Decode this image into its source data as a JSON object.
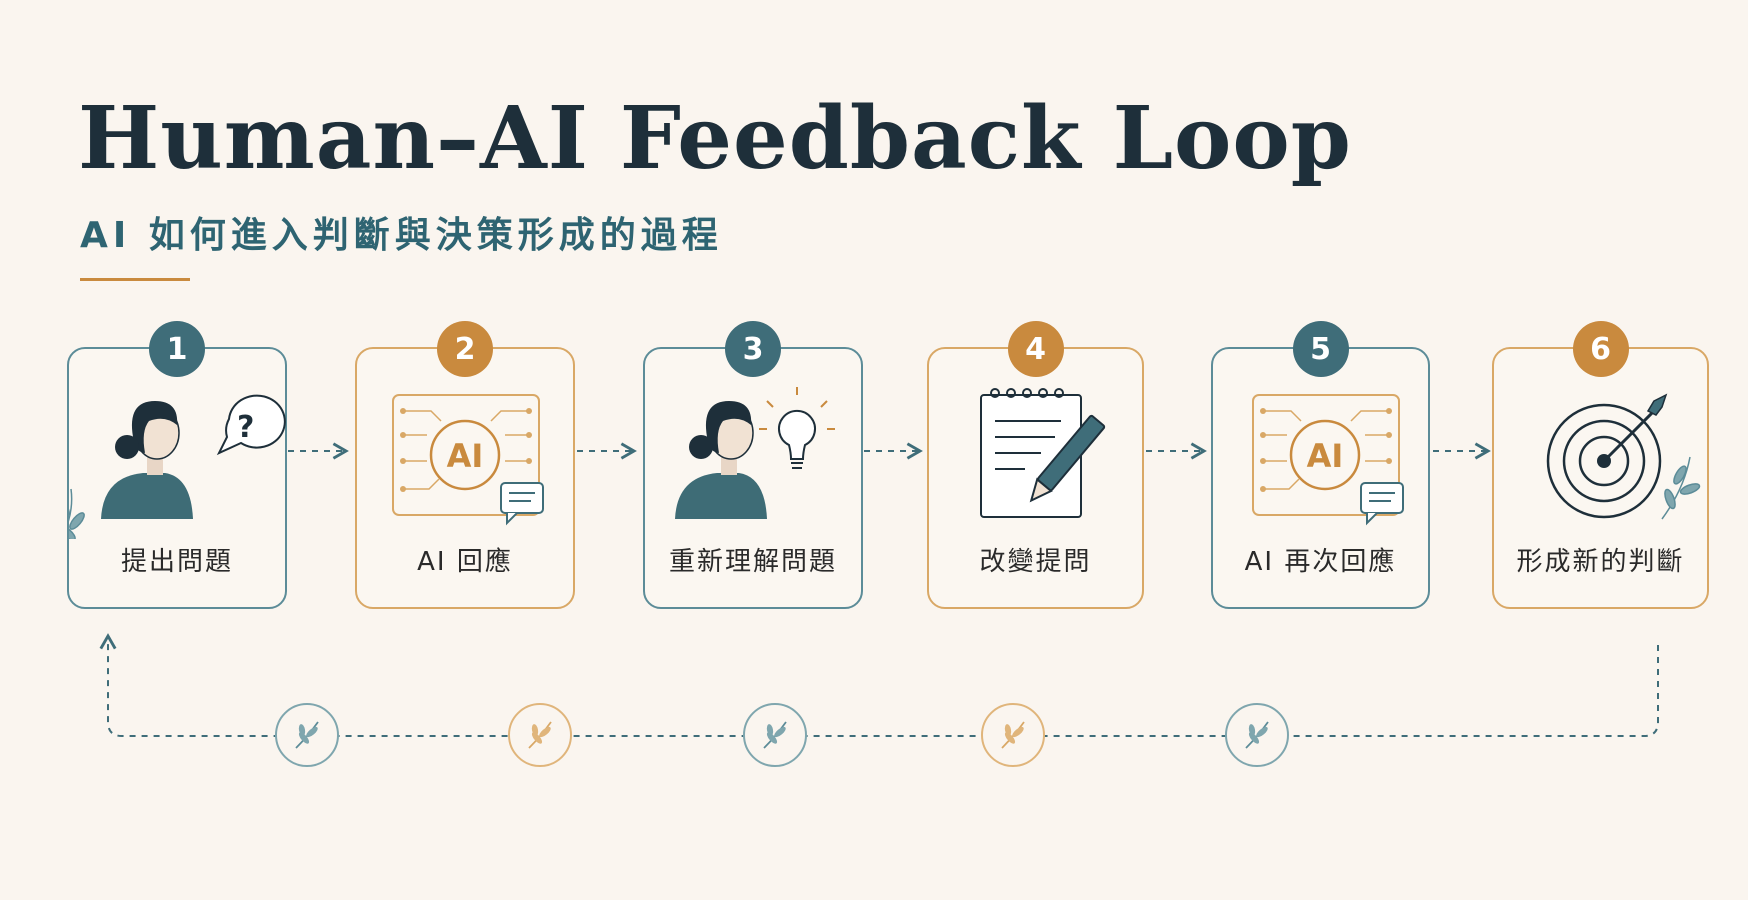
{
  "header": {
    "title": "Human–AI Feedback Loop",
    "subtitle": "AI 如何進入判斷與決策形成的過程"
  },
  "colors": {
    "teal": "#3f6d79",
    "gold": "#c98a3e",
    "ink": "#1e2f3a",
    "background": "#faf5ef"
  },
  "steps": [
    {
      "number": "1",
      "label": "提出問題",
      "theme": "teal",
      "icon": "person-question-icon"
    },
    {
      "number": "2",
      "label": "AI 回應",
      "theme": "gold",
      "icon": "ai-chip-icon",
      "chip_text": "AI"
    },
    {
      "number": "3",
      "label": "重新理解問題",
      "theme": "teal",
      "icon": "person-lightbulb-icon"
    },
    {
      "number": "4",
      "label": "改變提問",
      "theme": "gold",
      "icon": "notepad-pencil-icon"
    },
    {
      "number": "5",
      "label": "AI 再次回應",
      "theme": "teal",
      "icon": "ai-chip-icon",
      "chip_text": "AI"
    },
    {
      "number": "6",
      "label": "形成新的判斷",
      "theme": "gold",
      "icon": "target-arrow-icon"
    }
  ],
  "loop_nodes": [
    {
      "theme": "teal",
      "icon": "leaf-sprig-icon"
    },
    {
      "theme": "gold",
      "icon": "leaf-sprig-icon"
    },
    {
      "theme": "teal",
      "icon": "leaf-sprig-icon"
    },
    {
      "theme": "gold",
      "icon": "leaf-sprig-icon"
    },
    {
      "theme": "teal",
      "icon": "leaf-sprig-icon"
    }
  ]
}
